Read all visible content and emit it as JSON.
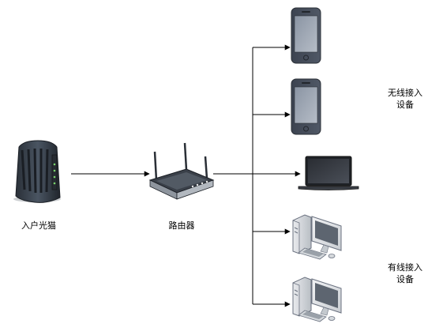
{
  "diagram": {
    "nodes": {
      "modem": {
        "label": "入户光猫",
        "icon": "cable-modem-icon"
      },
      "router": {
        "label": "路由器",
        "icon": "wireless-router-icon"
      },
      "devices": [
        {
          "name": "phone-1",
          "icon": "smartphone-icon"
        },
        {
          "name": "phone-2",
          "icon": "smartphone-icon"
        },
        {
          "name": "laptop",
          "icon": "laptop-icon"
        },
        {
          "name": "desktop-1",
          "icon": "desktop-computer-icon"
        },
        {
          "name": "desktop-2",
          "icon": "desktop-computer-icon"
        }
      ]
    },
    "groups": {
      "wireless": {
        "line1": "无线接入",
        "line2": "设备"
      },
      "wired": {
        "line1": "有线接入",
        "line2": "设备"
      }
    },
    "colors": {
      "line": "#000000",
      "device_dark": "#3d4450",
      "device_gray": "#6b7280",
      "screen": "#2b2f36"
    }
  }
}
